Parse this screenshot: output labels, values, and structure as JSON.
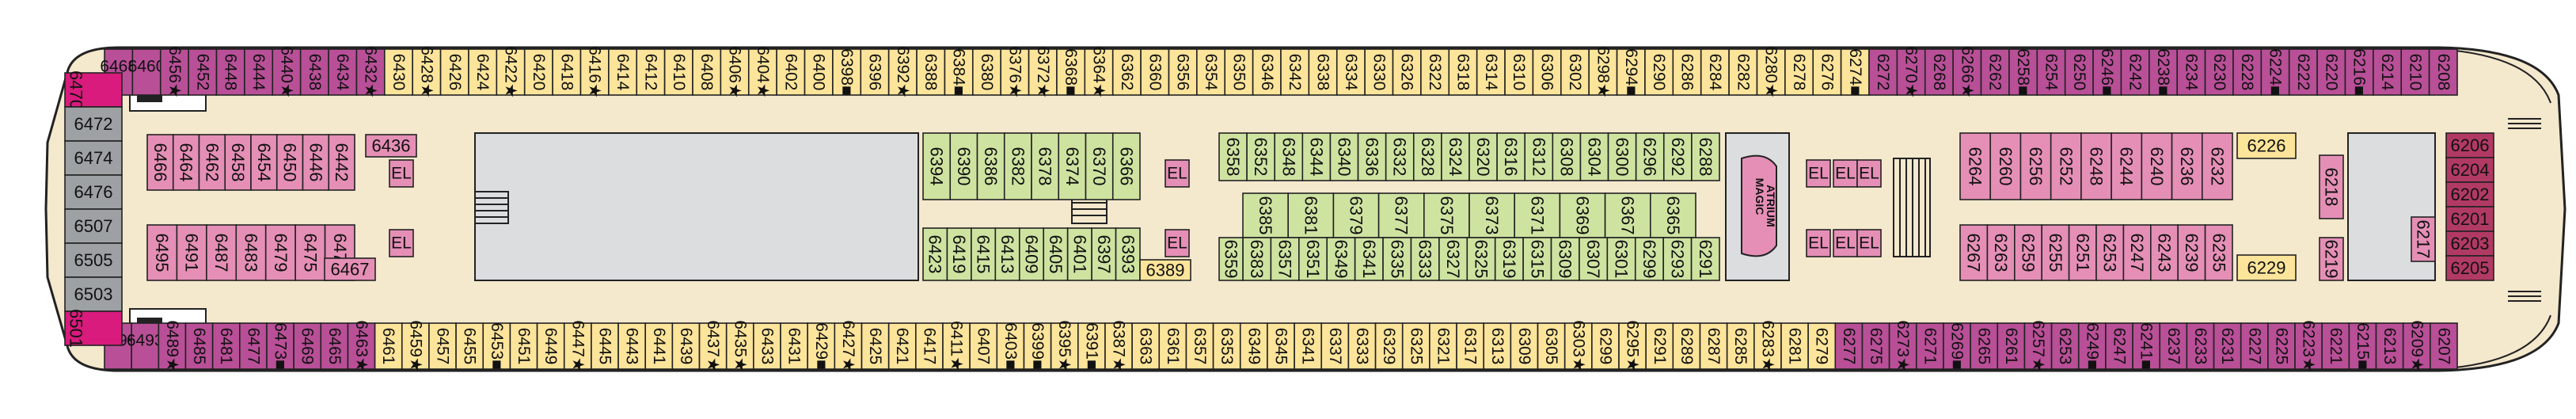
{
  "colors": {
    "purple": "#b84f97",
    "pink": "#e58fb6",
    "magenta": "#d81b7c",
    "yellow": "#fce49a",
    "green": "#cfe3a1",
    "gray": "#9ea1a4",
    "lightgray": "#dcdddf",
    "hull": "#f4e8cd",
    "maroon": "#b13a64",
    "outline": "#222222",
    "white": "#ffffff"
  },
  "atrium": {
    "line1": "MAGIC",
    "line2": "ATRIUM"
  },
  "row_top": [
    {
      "n": "6468",
      "s": ""
    },
    {
      "n": "6460",
      "s": ""
    },
    {
      "n": "6456",
      "s": "★"
    },
    {
      "n": "6452",
      "s": ""
    },
    {
      "n": "6448",
      "s": ""
    },
    {
      "n": "6444",
      "s": ""
    },
    {
      "n": "6440",
      "s": "★"
    },
    {
      "n": "6438",
      "s": ""
    },
    {
      "n": "6434",
      "s": ""
    },
    {
      "n": "6432",
      "s": "★"
    },
    {
      "n": "6430",
      "s": ""
    },
    {
      "n": "6428",
      "s": "★"
    },
    {
      "n": "6426",
      "s": ""
    },
    {
      "n": "6424",
      "s": ""
    },
    {
      "n": "6422",
      "s": "★"
    },
    {
      "n": "6420",
      "s": ""
    },
    {
      "n": "6418",
      "s": ""
    },
    {
      "n": "6416",
      "s": "★"
    },
    {
      "n": "6414",
      "s": ""
    },
    {
      "n": "6412",
      "s": ""
    },
    {
      "n": "6410",
      "s": ""
    },
    {
      "n": "6408",
      "s": ""
    },
    {
      "n": "6406",
      "s": "★"
    },
    {
      "n": "6404",
      "s": "★"
    },
    {
      "n": "6402",
      "s": ""
    },
    {
      "n": "6400",
      "s": ""
    },
    {
      "n": "6398",
      "s": "■"
    },
    {
      "n": "6396",
      "s": ""
    },
    {
      "n": "6392",
      "s": "★"
    },
    {
      "n": "6388",
      "s": ""
    },
    {
      "n": "6384",
      "s": "■"
    },
    {
      "n": "6380",
      "s": ""
    },
    {
      "n": "6376",
      "s": "★"
    },
    {
      "n": "6372",
      "s": "★"
    },
    {
      "n": "6368",
      "s": "■"
    },
    {
      "n": "6364",
      "s": "★"
    },
    {
      "n": "6362",
      "s": ""
    },
    {
      "n": "6360",
      "s": ""
    },
    {
      "n": "6356",
      "s": ""
    },
    {
      "n": "6354",
      "s": ""
    },
    {
      "n": "6350",
      "s": ""
    },
    {
      "n": "6346",
      "s": ""
    },
    {
      "n": "6342",
      "s": ""
    },
    {
      "n": "6338",
      "s": ""
    },
    {
      "n": "6334",
      "s": ""
    },
    {
      "n": "6330",
      "s": ""
    },
    {
      "n": "6326",
      "s": ""
    },
    {
      "n": "6322",
      "s": ""
    },
    {
      "n": "6318",
      "s": ""
    },
    {
      "n": "6314",
      "s": ""
    },
    {
      "n": "6310",
      "s": ""
    },
    {
      "n": "6306",
      "s": ""
    },
    {
      "n": "6302",
      "s": ""
    },
    {
      "n": "6298",
      "s": "★"
    },
    {
      "n": "6294",
      "s": "■"
    },
    {
      "n": "6290",
      "s": ""
    },
    {
      "n": "6286",
      "s": ""
    },
    {
      "n": "6284",
      "s": ""
    },
    {
      "n": "6282",
      "s": ""
    },
    {
      "n": "6280",
      "s": "★"
    },
    {
      "n": "6278",
      "s": ""
    },
    {
      "n": "6276",
      "s": ""
    },
    {
      "n": "6274",
      "s": "■"
    },
    {
      "n": "6272",
      "s": ""
    },
    {
      "n": "6270",
      "s": "★"
    },
    {
      "n": "6268",
      "s": ""
    },
    {
      "n": "6266",
      "s": "★"
    },
    {
      "n": "6262",
      "s": ""
    },
    {
      "n": "6258",
      "s": "■"
    },
    {
      "n": "6254",
      "s": ""
    },
    {
      "n": "6250",
      "s": ""
    },
    {
      "n": "6246",
      "s": "■"
    },
    {
      "n": "6242",
      "s": ""
    },
    {
      "n": "6238",
      "s": "■"
    },
    {
      "n": "6234",
      "s": ""
    },
    {
      "n": "6230",
      "s": ""
    },
    {
      "n": "6228",
      "s": ""
    },
    {
      "n": "6224",
      "s": "■"
    },
    {
      "n": "6222",
      "s": ""
    },
    {
      "n": "6220",
      "s": ""
    },
    {
      "n": "6216",
      "s": "■"
    },
    {
      "n": "6214",
      "s": ""
    },
    {
      "n": "6210",
      "s": ""
    },
    {
      "n": "6208",
      "s": ""
    }
  ],
  "row_bottom": [
    {
      "n": "6499",
      "s": ""
    },
    {
      "n": "6493",
      "s": ""
    },
    {
      "n": "6489",
      "s": "★"
    },
    {
      "n": "6485",
      "s": ""
    },
    {
      "n": "6481",
      "s": ""
    },
    {
      "n": "6477",
      "s": ""
    },
    {
      "n": "6473",
      "s": "■"
    },
    {
      "n": "6469",
      "s": ""
    },
    {
      "n": "6465",
      "s": ""
    },
    {
      "n": "6463",
      "s": "★"
    },
    {
      "n": "6461",
      "s": ""
    },
    {
      "n": "6459",
      "s": "★"
    },
    {
      "n": "6457",
      "s": ""
    },
    {
      "n": "6455",
      "s": ""
    },
    {
      "n": "6453",
      "s": "■"
    },
    {
      "n": "6451",
      "s": ""
    },
    {
      "n": "6449",
      "s": ""
    },
    {
      "n": "6447",
      "s": "★"
    },
    {
      "n": "6445",
      "s": ""
    },
    {
      "n": "6443",
      "s": ""
    },
    {
      "n": "6441",
      "s": ""
    },
    {
      "n": "6439",
      "s": ""
    },
    {
      "n": "6437",
      "s": "★"
    },
    {
      "n": "6435",
      "s": "★"
    },
    {
      "n": "6433",
      "s": ""
    },
    {
      "n": "6431",
      "s": ""
    },
    {
      "n": "6429",
      "s": "■"
    },
    {
      "n": "6427",
      "s": "★"
    },
    {
      "n": "6425",
      "s": ""
    },
    {
      "n": "6421",
      "s": ""
    },
    {
      "n": "6417",
      "s": ""
    },
    {
      "n": "6411",
      "s": "★"
    },
    {
      "n": "6407",
      "s": ""
    },
    {
      "n": "6403",
      "s": "■"
    },
    {
      "n": "6399",
      "s": "■"
    },
    {
      "n": "6395",
      "s": "★"
    },
    {
      "n": "6391",
      "s": "■"
    },
    {
      "n": "6387",
      "s": "★"
    },
    {
      "n": "6363",
      "s": ""
    },
    {
      "n": "6361",
      "s": ""
    },
    {
      "n": "6357",
      "s": ""
    },
    {
      "n": "6353",
      "s": ""
    },
    {
      "n": "6349",
      "s": ""
    },
    {
      "n": "6345",
      "s": ""
    },
    {
      "n": "6341",
      "s": ""
    },
    {
      "n": "6337",
      "s": ""
    },
    {
      "n": "6333",
      "s": ""
    },
    {
      "n": "6329",
      "s": ""
    },
    {
      "n": "6325",
      "s": ""
    },
    {
      "n": "6321",
      "s": ""
    },
    {
      "n": "6317",
      "s": ""
    },
    {
      "n": "6313",
      "s": ""
    },
    {
      "n": "6309",
      "s": ""
    },
    {
      "n": "6305",
      "s": ""
    },
    {
      "n": "6303",
      "s": "★"
    },
    {
      "n": "6299",
      "s": ""
    },
    {
      "n": "6295",
      "s": "★"
    },
    {
      "n": "6291",
      "s": ""
    },
    {
      "n": "6289",
      "s": ""
    },
    {
      "n": "6287",
      "s": ""
    },
    {
      "n": "6285",
      "s": ""
    },
    {
      "n": "6283",
      "s": "★"
    },
    {
      "n": "6281",
      "s": ""
    },
    {
      "n": "6279",
      "s": ""
    },
    {
      "n": "6277",
      "s": ""
    },
    {
      "n": "6275",
      "s": ""
    },
    {
      "n": "6273",
      "s": "★"
    },
    {
      "n": "6271",
      "s": ""
    },
    {
      "n": "6269",
      "s": "■"
    },
    {
      "n": "6265",
      "s": ""
    },
    {
      "n": "6261",
      "s": ""
    },
    {
      "n": "6257",
      "s": "★"
    },
    {
      "n": "6253",
      "s": ""
    },
    {
      "n": "6249",
      "s": "■"
    },
    {
      "n": "6247",
      "s": ""
    },
    {
      "n": "6241",
      "s": "■"
    },
    {
      "n": "6237",
      "s": ""
    },
    {
      "n": "6233",
      "s": ""
    },
    {
      "n": "6231",
      "s": ""
    },
    {
      "n": "6227",
      "s": ""
    },
    {
      "n": "6225",
      "s": ""
    },
    {
      "n": "6223",
      "s": "★"
    },
    {
      "n": "6221",
      "s": ""
    },
    {
      "n": "6215",
      "s": "■"
    },
    {
      "n": "6213",
      "s": ""
    },
    {
      "n": "6209",
      "s": "★"
    },
    {
      "n": "6207",
      "s": ""
    }
  ],
  "bow_cabins": [
    {
      "n": "6470",
      "c": "magenta"
    },
    {
      "n": "6472",
      "c": "gray"
    },
    {
      "n": "6474",
      "c": "gray"
    },
    {
      "n": "6476",
      "c": "gray"
    },
    {
      "n": "6507",
      "c": "gray"
    },
    {
      "n": "6505",
      "c": "gray"
    },
    {
      "n": "6503",
      "c": "gray"
    },
    {
      "n": "6501",
      "c": "magenta"
    }
  ],
  "stern_cabins": [
    "6206",
    "6204",
    "6202",
    "6201",
    "6203",
    "6205"
  ],
  "fwd_upper": [
    "6466",
    "6464",
    "6462",
    "6458",
    "6454",
    "6450",
    "6446",
    "6442"
  ],
  "fwd_lower": [
    "6495",
    "6491",
    "6487",
    "6483",
    "6479",
    "6475",
    "6471"
  ],
  "fwd_extra": [
    "6436",
    "6467"
  ],
  "green_upper": [
    "6394",
    "6390",
    "6386",
    "6382",
    "6378",
    "6374",
    "6370",
    "6366"
  ],
  "green_lower": [
    "6423",
    "6419",
    "6415",
    "6413",
    "6409",
    "6405",
    "6401",
    "6397",
    "6393"
  ],
  "extra_6389": "6389",
  "mid_upper": [
    "6358",
    "6352",
    "6348",
    "6344",
    "6340",
    "6336",
    "6332",
    "6328",
    "6324",
    "6320",
    "6316",
    "6312",
    "6308",
    "6304",
    "6300",
    "6296",
    "6292",
    "6288"
  ],
  "mid_inner_upper": [
    "6385",
    "6381",
    "6379",
    "6377",
    "6375",
    "6373",
    "6371",
    "6369",
    "6367",
    "6365"
  ],
  "mid_inner_lower": [
    "6383",
    "6357",
    "6351",
    "6349",
    "6341",
    "6335",
    "6333",
    "6327",
    "6325",
    "6319",
    "6315",
    "6309",
    "6307",
    "6301",
    "6299",
    "6293",
    "6291"
  ],
  "mid_lower": [
    "6359"
  ],
  "aft_upper": [
    "6264",
    "6260",
    "6256",
    "6252",
    "6248",
    "6244",
    "6240",
    "6236",
    "6232"
  ],
  "aft_lower": [
    "6267",
    "6263",
    "6259",
    "6255",
    "6251",
    "6253",
    "6247",
    "6243",
    "6239",
    "6235"
  ],
  "aft_solo": [
    "6226",
    "6229",
    "6218",
    "6219",
    "6217"
  ],
  "el": "EL"
}
